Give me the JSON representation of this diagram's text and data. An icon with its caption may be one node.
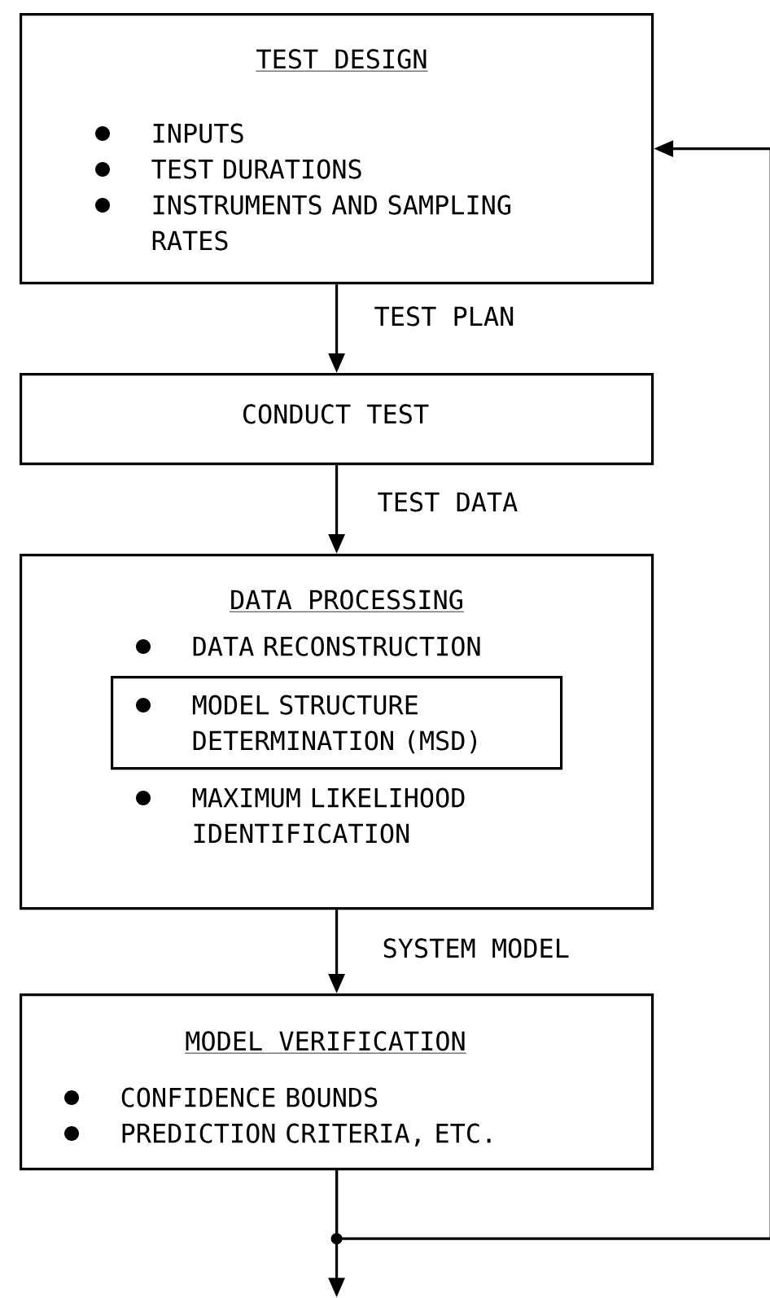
{
  "diagram": {
    "nodes": [
      {
        "text": [
          "TEST DESIGN",
          "INPUTS",
          "TEST DURATIONS",
          "INSTRUMENTS AND SAMPLING RATES"
        ]
      },
      {
        "text": [
          "CONDUCT TEST"
        ]
      },
      {
        "text": [
          "DATA PROCESSING",
          "DATA RECONSTRUCTION",
          "MAXIMUM LIKELIHOOD IDENTIFICATION"
        ]
      },
      {
        "text": [
          "MODEL STRUCTURE DETERMINATION (MSD)"
        ],
        "in": 2
      },
      {
        "text": [
          "MODEL VERIFICATION",
          "CONFIDENCE BOUNDS",
          "PREDICTION CRITERIA, ETC."
        ]
      }
    ],
    "edges": [
      {
        "from": 0,
        "to": 1,
        "arrow": "to",
        "label": "TEST PLAN"
      },
      {
        "from": 1,
        "to": 2,
        "arrow": "to",
        "label": "TEST DATA"
      },
      {
        "from": 2,
        "to": 4,
        "arrow": "to",
        "label": "SYSTEM MODEL"
      },
      {
        "from": 4,
        "to": null,
        "arrow": "to"
      },
      {
        "from": 4,
        "to": 0,
        "arrow": "to"
      }
    ]
  }
}
